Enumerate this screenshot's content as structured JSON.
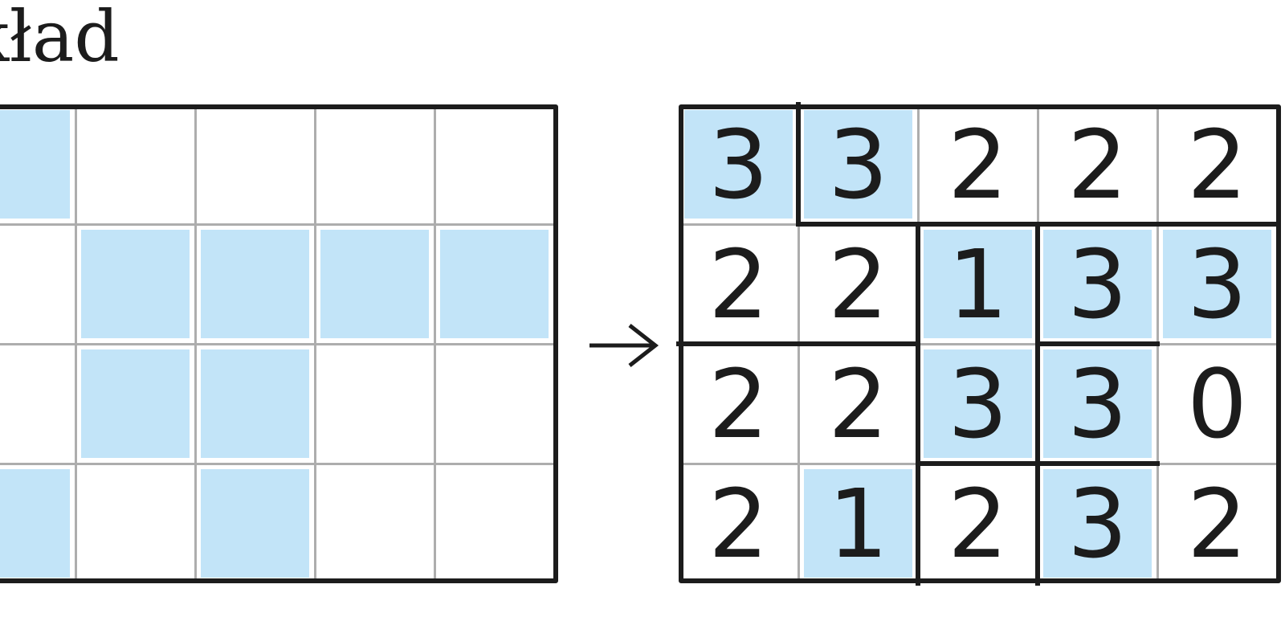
{
  "title": "kład",
  "arrow_icon": "right-arrow-icon",
  "fill_color": "#c2e4f8",
  "line_color": "#1c1c1c",
  "grid_color": "#adadad",
  "left_board": {
    "rows": 4,
    "cols": 5,
    "shaded": [
      [
        1,
        0,
        0,
        0,
        0
      ],
      [
        0,
        1,
        1,
        1,
        1
      ],
      [
        0,
        1,
        1,
        0,
        0
      ],
      [
        1,
        0,
        1,
        0,
        0
      ]
    ]
  },
  "right_board": {
    "rows": 4,
    "cols": 5,
    "values": [
      [
        "3",
        "3",
        "2",
        "2",
        "2"
      ],
      [
        "2",
        "2",
        "1",
        "3",
        "3"
      ],
      [
        "2",
        "2",
        "3",
        "3",
        "0"
      ],
      [
        "2",
        "1",
        "2",
        "3",
        "2"
      ]
    ],
    "shaded": [
      [
        1,
        1,
        0,
        0,
        0
      ],
      [
        0,
        0,
        1,
        1,
        1
      ],
      [
        0,
        0,
        1,
        1,
        0
      ],
      [
        0,
        1,
        0,
        1,
        0
      ]
    ]
  }
}
